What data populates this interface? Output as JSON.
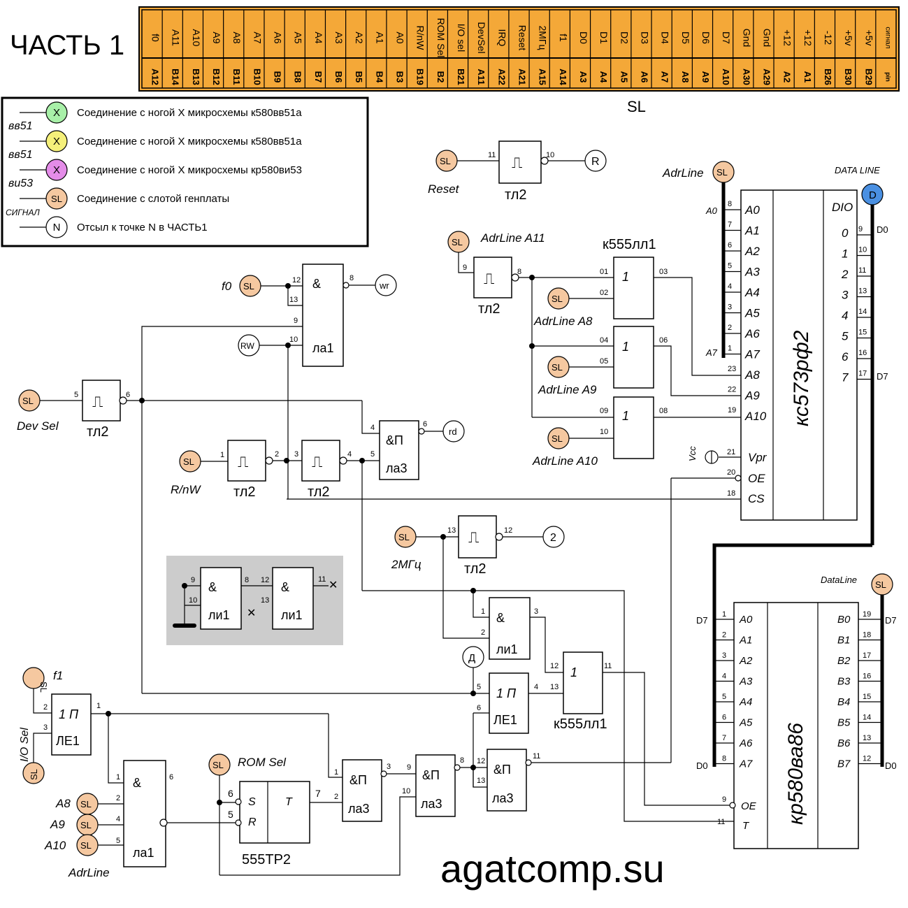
{
  "title": "ЧАСТЬ 1",
  "connector": {
    "name": "SL",
    "signals": [
      "f0",
      "A11",
      "A10",
      "A9",
      "A8",
      "A7",
      "A6",
      "A5",
      "A4",
      "A3",
      "A2",
      "A1",
      "A0",
      "R/nW",
      "ROM Sel",
      "I/O sel",
      "DevSel",
      "IRQ",
      "Reset",
      "2МГц",
      "f1",
      "D0",
      "D1",
      "D2",
      "D3",
      "D4",
      "D5",
      "D6",
      "D7",
      "Gnd",
      "Gnd",
      "+12",
      "+12",
      "-12",
      "+5v",
      "+5v",
      "сигнал"
    ],
    "pins": [
      "A12",
      "B14",
      "B13",
      "B12",
      "B11",
      "B10",
      "B9",
      "B8",
      "B7",
      "B6",
      "B5",
      "B4",
      "B3",
      "B19",
      "B2",
      "B21",
      "A11",
      "A22",
      "A21",
      "A15",
      "A14",
      "A3",
      "A4",
      "A5",
      "A6",
      "A7",
      "A8",
      "A9",
      "A10",
      "A30",
      "A29",
      "A2",
      "A1",
      "B26",
      "B30",
      "B29",
      "pin"
    ]
  },
  "legend": {
    "items": [
      {
        "symbol": "X",
        "tag": "вв51",
        "text": "Соединение с ногой X микросхемы к580вв51а",
        "color": "#1f8a1f",
        "fill": "#a8f0a8"
      },
      {
        "symbol": "X",
        "tag": "вв51",
        "text": "Соединение с ногой X микросхемы к580вв51а",
        "color": "#8a7a10",
        "fill": "#f5f07a"
      },
      {
        "symbol": "X",
        "tag": "ви53",
        "text": "Соединение с ногой X микросхемы кр580ви53",
        "color": "#d400d4",
        "fill": "#e48ce8"
      },
      {
        "symbol": "SL",
        "tag": "СИГНАЛ",
        "text": "Соединение с слотой генплаты",
        "color": "#000000",
        "fill": "#f5c8a0"
      },
      {
        "symbol": "N",
        "tag": "",
        "text": "Отсыл к точке N в ЧАСТЬ1",
        "color": "#000000",
        "fill": "#ffffff"
      }
    ]
  },
  "labels": {
    "sl": "SL",
    "reset": "Reset",
    "r": "R",
    "tl2": "тл2",
    "adrline": "AdrLine",
    "adrline_a11": "AdrLine A11",
    "adrline_a8": "AdrLine A8",
    "adrline_a9": "AdrLine A9",
    "adrline_a10": "AdrLine A10",
    "k555ll1": "к555лл1",
    "f0": "f0",
    "wr": "wr",
    "rw": "RW",
    "la1": "ла1",
    "la3": "ла3",
    "rd": "rd",
    "devsel": "Dev Sel",
    "rnw": "R/nW",
    "mhz2": "2МГц",
    "n2": "2",
    "li1": "ли1",
    "d_ref": "Д",
    "le1": "ЛЕ1",
    "f1": "f1",
    "iosel": "I/O Sel",
    "a8": "A8",
    "a9": "A9",
    "a10": "A10",
    "romsel": "ROM Sel",
    "tr2": "555ТР2",
    "rom_name": "кс573рф2",
    "buf_name": "кр580ва86",
    "data_line": "DATA LINE",
    "dataline": "DataLine",
    "vcc": "Vcc",
    "d": "D",
    "site": "agatcomp.su"
  }
}
